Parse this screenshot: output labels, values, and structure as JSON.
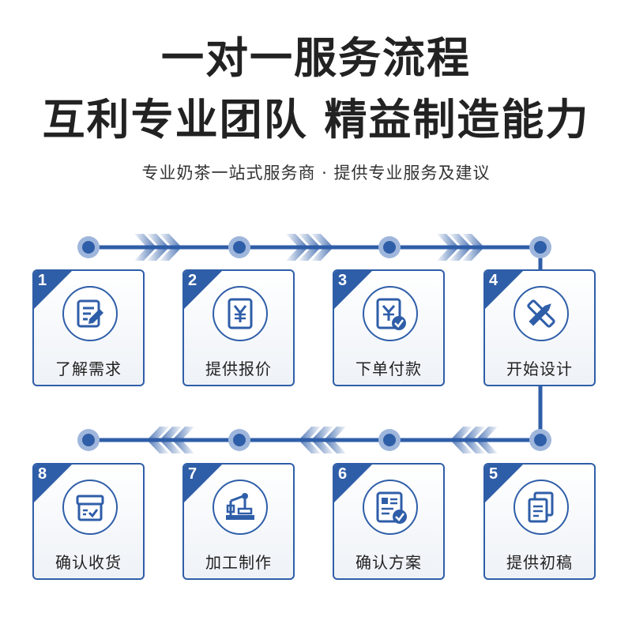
{
  "header": {
    "title_line1": "一对一服务流程",
    "title_line2": "互利专业团队 精益制造能力",
    "subtitle": "专业奶茶一站式服务商 · 提供专业服务及建议"
  },
  "steps": [
    {
      "number": "1",
      "label": "了解需求",
      "icon": "document-edit-icon"
    },
    {
      "number": "2",
      "label": "提供报价",
      "icon": "yen-receipt-icon"
    },
    {
      "number": "3",
      "label": "下单付款",
      "icon": "yen-check-icon"
    },
    {
      "number": "4",
      "label": "开始设计",
      "icon": "pencil-ruler-icon"
    },
    {
      "number": "5",
      "label": "提供初稿",
      "icon": "documents-icon"
    },
    {
      "number": "6",
      "label": "确认方案",
      "icon": "certificate-check-icon"
    },
    {
      "number": "7",
      "label": "加工制作",
      "icon": "machine-icon"
    },
    {
      "number": "8",
      "label": "确认收货",
      "icon": "package-check-icon"
    }
  ],
  "colors": {
    "primary": "#2f5ea8",
    "line": "#2f5ea8",
    "dot_halo": "#9fb6dc",
    "chevron_light": "#c9d7ee"
  }
}
